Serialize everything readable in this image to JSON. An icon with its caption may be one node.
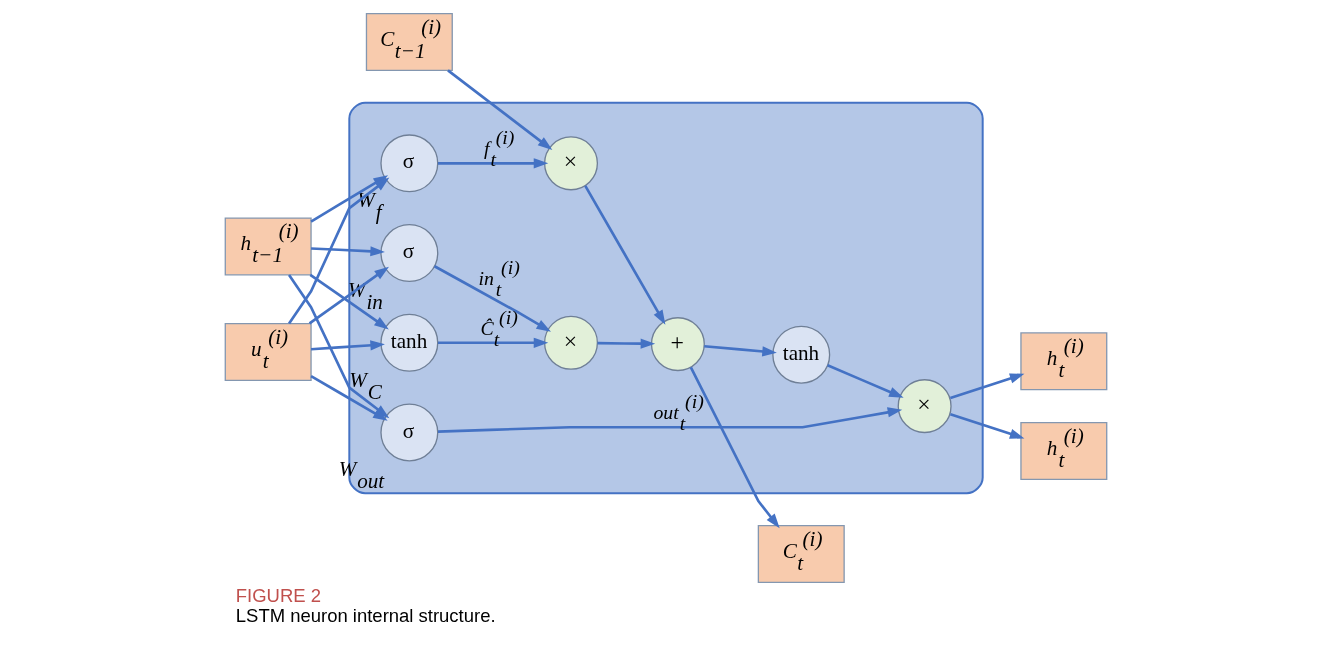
{
  "diagram": {
    "title": "FIGURE 2",
    "caption": "LSTM neuron internal structure.",
    "nodes": [
      {
        "text": [
          "C$_{t−1}$$^{(i)}$"
        ]
      },
      {
        "text": [],
        "shape": "box"
      },
      {
        "text": [
          "×"
        ],
        "in": 1
      },
      {
        "text": [
          "+"
        ],
        "in": 1
      },
      {
        "text": [
          "×"
        ],
        "in": 1
      },
      {
        "text": [
          "tanh"
        ],
        "in": 1
      },
      {
        "text": [
          "×"
        ],
        "in": 1
      },
      {
        "text": [
          "σ"
        ],
        "in": 1,
        "beside": [
          "W$_{f}$"
        ]
      },
      {
        "text": [
          "σ"
        ],
        "in": 1,
        "beside": [
          "W$_{in}$"
        ]
      },
      {
        "text": [
          "tanh"
        ],
        "in": 1,
        "beside": [
          "W$_{C}$"
        ]
      },
      {
        "text": [
          "σ"
        ],
        "in": 1,
        "beside": [
          "W$_{out}$"
        ]
      },
      {
        "text": [
          "h$_{t}$$^{(i)}$"
        ]
      },
      {
        "text": [
          "C$_{t}$$^{(i)}$"
        ]
      },
      {
        "text": [
          "h$_{t−1}$$^{(i)}$"
        ]
      },
      {
        "text": [
          "h$_{t}$$^{(i)}$"
        ]
      },
      {
        "text": [
          "u$_{t}$$^{(i)}$"
        ]
      }
    ],
    "edges": [
      {
        "from": 0,
        "to": 2,
        "arrow": "to"
      },
      {
        "from": 7,
        "to": 2,
        "arrow": "to",
        "label": "f$_{t}$$^{(i)}$"
      },
      {
        "from": 2,
        "to": 3,
        "arrow": "to"
      },
      {
        "from": 4,
        "to": 3,
        "arrow": "to"
      },
      {
        "from": 3,
        "to": 12,
        "arrow": "to"
      },
      {
        "from": 3,
        "to": 5,
        "arrow": "to"
      },
      {
        "from": 8,
        "to": 4,
        "arrow": "to",
        "label": "in$_{t}$$^{(i)}$"
      },
      {
        "from": 9,
        "to": 4,
        "arrow": "to",
        "label": "Ĉ$_{t}$$^{(i)}$"
      },
      {
        "from": 5,
        "to": 6,
        "arrow": "to"
      },
      {
        "from": 10,
        "to": 6,
        "arrow": "to",
        "label": "out$_{t}$$^{(i)}$"
      },
      {
        "from": 6,
        "to": 14,
        "arrow": "to"
      },
      {
        "from": 6,
        "to": 11,
        "arrow": "to"
      },
      {
        "from": 13,
        "to": 7,
        "arrow": "to"
      },
      {
        "from": 13,
        "to": 8,
        "arrow": "to"
      },
      {
        "from": 13,
        "to": 9,
        "arrow": "to"
      },
      {
        "from": 13,
        "to": 10,
        "arrow": "to"
      },
      {
        "from": 15,
        "to": 7,
        "arrow": "to"
      },
      {
        "from": 15,
        "to": 8,
        "arrow": "to"
      },
      {
        "from": 15,
        "to": 9,
        "arrow": "to"
      },
      {
        "from": 15,
        "to": 10,
        "arrow": "to"
      }
    ]
  }
}
